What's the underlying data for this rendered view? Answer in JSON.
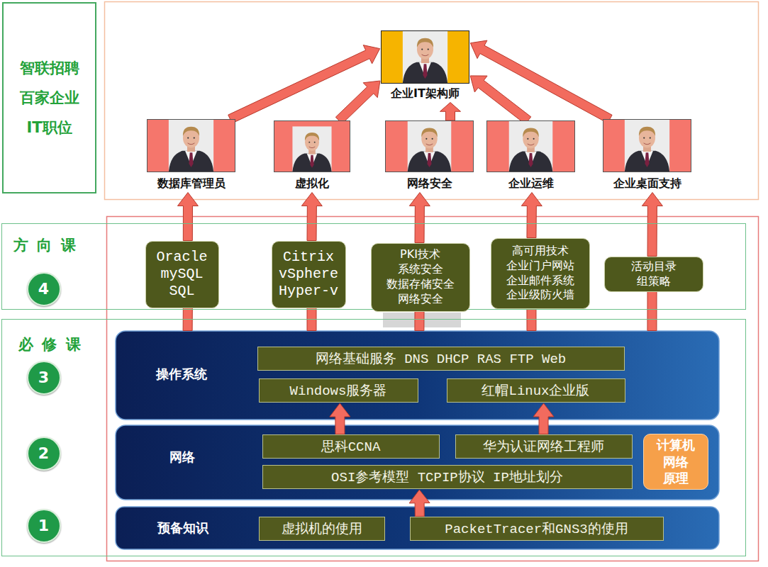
{
  "diagram": {
    "nodes": [
      {
        "text": [
          "智联招聘 百家企业 IT职位"
        ]
      },
      {
        "text": [
          "企业IT架构师"
        ]
      },
      {
        "text": [
          "数据库管理员"
        ]
      },
      {
        "text": [
          "虚拟化"
        ]
      },
      {
        "text": [
          "网络安全"
        ]
      },
      {
        "text": [
          "企业运维"
        ]
      },
      {
        "text": [
          "企业桌面支持"
        ]
      },
      {
        "text": [
          "方向课"
        ]
      },
      {
        "text": [
          "4"
        ],
        "in": 7
      },
      {
        "text": [
          "Oracle mySQL SQL"
        ],
        "in": 7
      },
      {
        "text": [
          "Citrix vSphere Hyper-v"
        ],
        "in": 7
      },
      {
        "text": [
          "PKI技术 系统安全 数据存储安全 网络安全"
        ],
        "in": 7
      },
      {
        "text": [
          "高可用技术 企业门户网站 企业邮件系统 企业级防火墙"
        ],
        "in": 7
      },
      {
        "text": [
          "活动目录 组策略"
        ],
        "in": 7
      },
      {
        "text": [
          "必修课"
        ]
      },
      {
        "text": [
          "3"
        ],
        "in": 14
      },
      {
        "text": [
          "操作系统"
        ],
        "in": 14
      },
      {
        "text": [
          "网络基础服务 DNS DHCP RAS FTP Web"
        ],
        "in": 16
      },
      {
        "text": [
          "Windows服务器"
        ],
        "in": 16
      },
      {
        "text": [
          "红帽Linux企业版"
        ],
        "in": 16
      },
      {
        "text": [
          "2"
        ],
        "in": 14
      },
      {
        "text": [
          "网络"
        ],
        "in": 14
      },
      {
        "text": [
          "思科CCNA"
        ],
        "in": 21
      },
      {
        "text": [
          "华为认证网络工程师"
        ],
        "in": 21
      },
      {
        "text": [
          "计算机 网络 原理"
        ],
        "in": 21
      },
      {
        "text": [
          "OSI参考模型 TCPIP协议 IP地址划分"
        ],
        "in": 21
      },
      {
        "text": [
          "1"
        ],
        "in": 14
      },
      {
        "text": [
          "预备知识"
        ],
        "in": 14
      },
      {
        "text": [
          "虚拟机的使用"
        ],
        "in": 27
      },
      {
        "text": [
          "PacketTracer和GNS3的使用"
        ],
        "in": 27
      }
    ],
    "edges": [
      {
        "from": 2,
        "to": 1,
        "arrow": "to"
      },
      {
        "from": 3,
        "to": 1,
        "arrow": "to"
      },
      {
        "from": 4,
        "to": 1,
        "arrow": "to"
      },
      {
        "from": 5,
        "to": 1,
        "arrow": "to"
      },
      {
        "from": 6,
        "to": 1,
        "arrow": "to"
      },
      {
        "from": 9,
        "to": 2,
        "arrow": "to"
      },
      {
        "from": 10,
        "to": 3,
        "arrow": "to"
      },
      {
        "from": 11,
        "to": 4,
        "arrow": "to"
      },
      {
        "from": 12,
        "to": 5,
        "arrow": "to"
      },
      {
        "from": 13,
        "to": 6,
        "arrow": "to"
      },
      {
        "from": 16,
        "to": 9,
        "arrow": "none"
      },
      {
        "from": 16,
        "to": 10,
        "arrow": "none"
      },
      {
        "from": 16,
        "to": 11,
        "arrow": "none"
      },
      {
        "from": 16,
        "to": 12,
        "arrow": "none"
      },
      {
        "from": 16,
        "to": 13,
        "arrow": "none"
      },
      {
        "from": 29,
        "to": 25,
        "arrow": "to"
      },
      {
        "from": 22,
        "to": 18,
        "arrow": "to"
      },
      {
        "from": 23,
        "to": 19,
        "arrow": "to"
      }
    ]
  }
}
